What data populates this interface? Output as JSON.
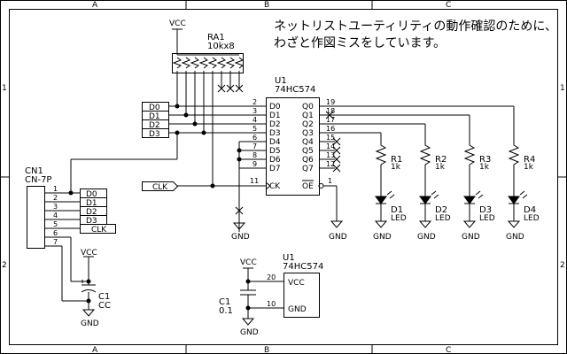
{
  "frame": {
    "cols_top": [
      "A",
      "B",
      "C"
    ],
    "cols_bottom": [
      "A",
      "B",
      "C"
    ],
    "rows_left": [
      "1",
      "2"
    ],
    "rows_right": [
      "1",
      "2"
    ]
  },
  "note": {
    "line1": "ネットリストユーティリティの動作確認のために、",
    "line2": "わざと作図ミスをしています。"
  },
  "power": {
    "vcc": "VCC",
    "gnd": "GND"
  },
  "ra1": {
    "ref": "RA1",
    "value": "10kx8"
  },
  "u1_main": {
    "ref": "U1",
    "part": "74HC574",
    "left_pins": [
      {
        "num": "2",
        "name": "D0"
      },
      {
        "num": "3",
        "name": "D1"
      },
      {
        "num": "4",
        "name": "D2"
      },
      {
        "num": "5",
        "name": "D3"
      },
      {
        "num": "6",
        "name": "D4"
      },
      {
        "num": "7",
        "name": "D5"
      },
      {
        "num": "8",
        "name": "D6"
      },
      {
        "num": "9",
        "name": "D7"
      }
    ],
    "right_pins": [
      {
        "num": "19",
        "name": "Q0"
      },
      {
        "num": "18",
        "name": "Q1"
      },
      {
        "num": "17",
        "name": "Q2"
      },
      {
        "num": "16",
        "name": "Q3"
      },
      {
        "num": "15",
        "name": "Q4"
      },
      {
        "num": "14",
        "name": "Q5"
      },
      {
        "num": "13",
        "name": "Q6"
      },
      {
        "num": "12",
        "name": "Q7"
      }
    ],
    "clk_pin": {
      "num": "11",
      "name": "CK"
    },
    "oe_pin": {
      "num": "1",
      "name": "OE"
    }
  },
  "u1_power": {
    "ref": "U1",
    "part": "74HC574",
    "vcc_pin": {
      "num": "20",
      "name": "VCC"
    },
    "gnd_pin": {
      "num": "10",
      "name": "GND"
    }
  },
  "net_labels_top": [
    "D0",
    "D1",
    "D2",
    "D3"
  ],
  "clk_label": "CLK",
  "cn1": {
    "ref": "CN1",
    "part": "CN-7P",
    "pins": [
      "1",
      "2",
      "3",
      "4",
      "5",
      "6",
      "7"
    ],
    "labels": [
      "D0",
      "D1",
      "D2",
      "D3",
      "CLK"
    ]
  },
  "c1_cc": {
    "ref": "C1",
    "value": "CC"
  },
  "c1_01": {
    "ref": "C1",
    "value": "0.1"
  },
  "resistors": [
    {
      "ref": "R1",
      "value": "1k"
    },
    {
      "ref": "R2",
      "value": "1k"
    },
    {
      "ref": "R3",
      "value": "1k"
    },
    {
      "ref": "R4",
      "value": "1k"
    }
  ],
  "leds": [
    {
      "ref": "D1",
      "value": "LED"
    },
    {
      "ref": "D2",
      "value": "LED"
    },
    {
      "ref": "D3",
      "value": "LED"
    },
    {
      "ref": "D4",
      "value": "LED"
    }
  ]
}
